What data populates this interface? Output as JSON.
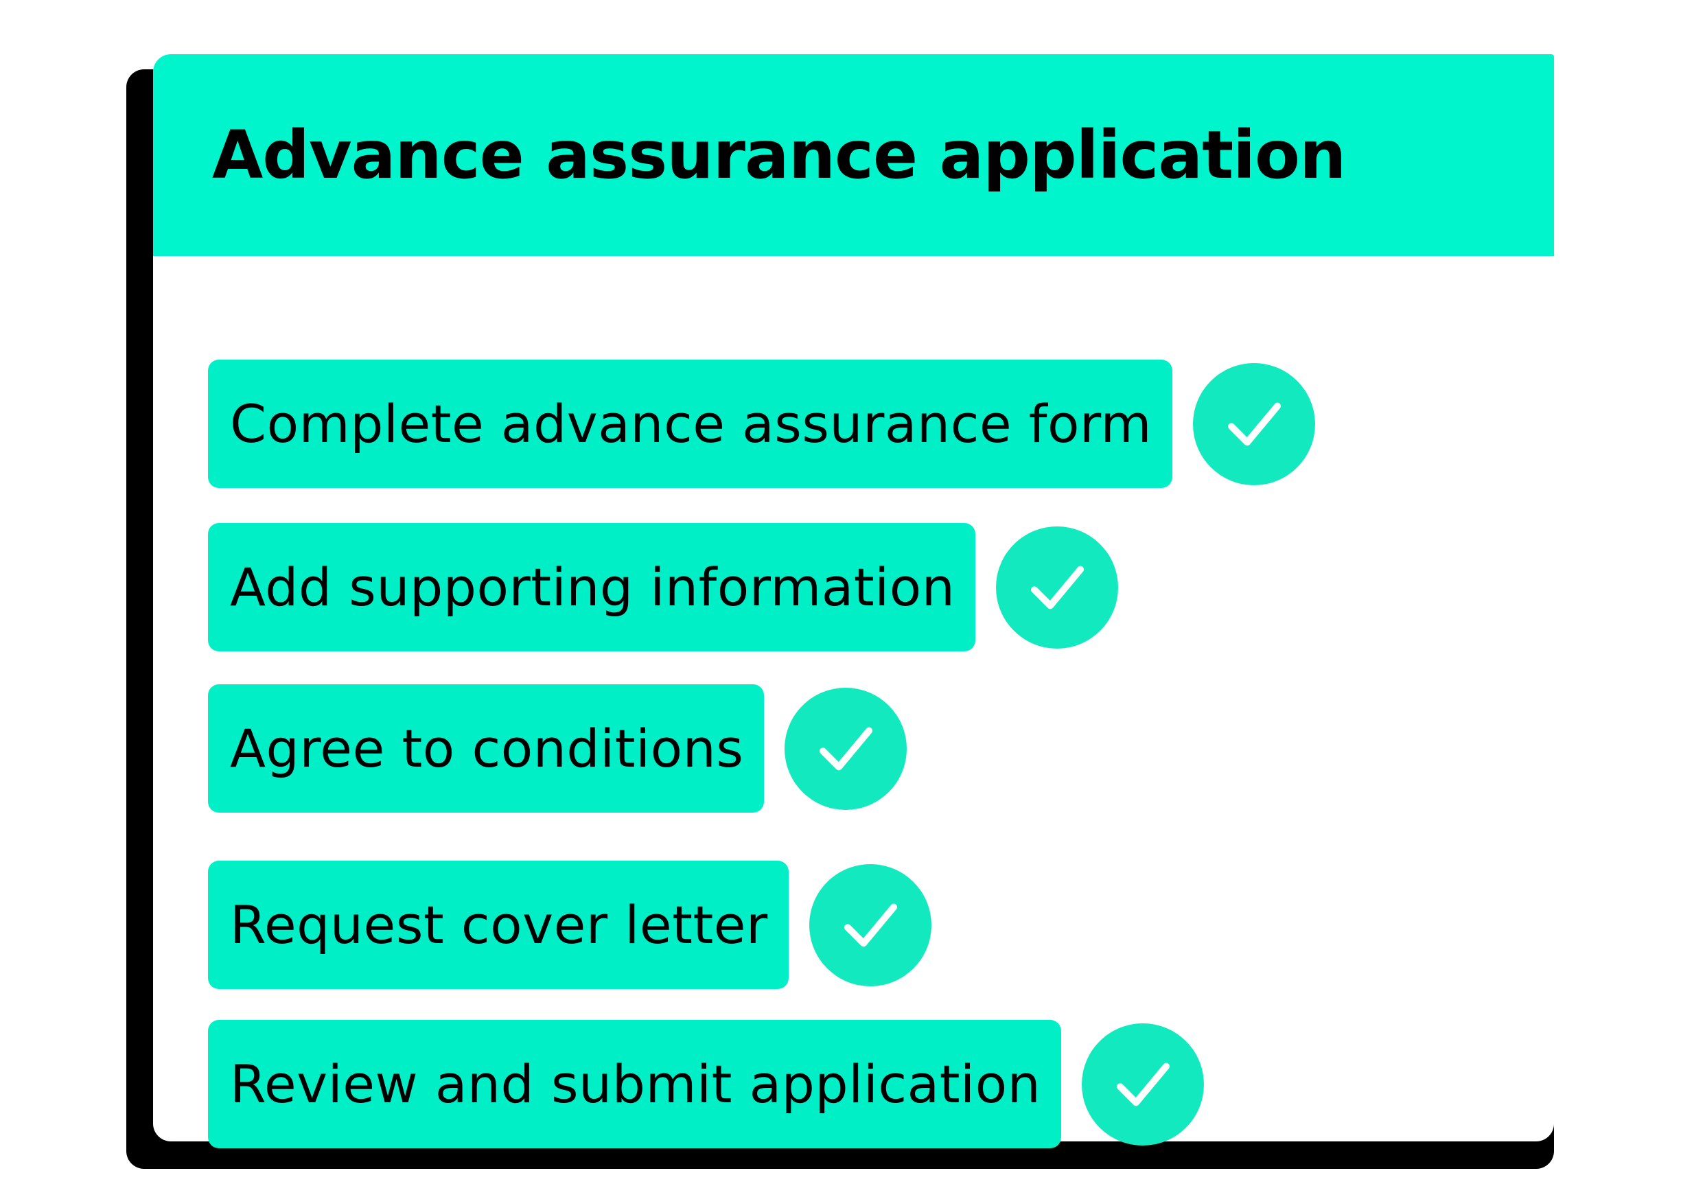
{
  "header": {
    "title": "Advance assurance application",
    "background_color": "#00F5CC",
    "text_color": "#000000"
  },
  "card": {
    "background_color": "#FFFFFF",
    "shadow_color": "#000000"
  },
  "checklist": {
    "pill_color": "#00EFC6",
    "circle_color": "#13E9BE",
    "check_color": "#FFFFFF",
    "items": [
      {
        "label": "Complete advance assurance form",
        "status": "complete",
        "check_icon": "check-icon"
      },
      {
        "label": "Add supporting information",
        "status": "complete",
        "check_icon": "check-icon"
      },
      {
        "label": "Agree to conditions",
        "status": "complete",
        "check_icon": "check-icon"
      },
      {
        "label": "Request cover letter",
        "status": "complete",
        "check_icon": "check-icon"
      },
      {
        "label": "Review and submit application",
        "status": "complete",
        "check_icon": "check-icon"
      }
    ]
  }
}
